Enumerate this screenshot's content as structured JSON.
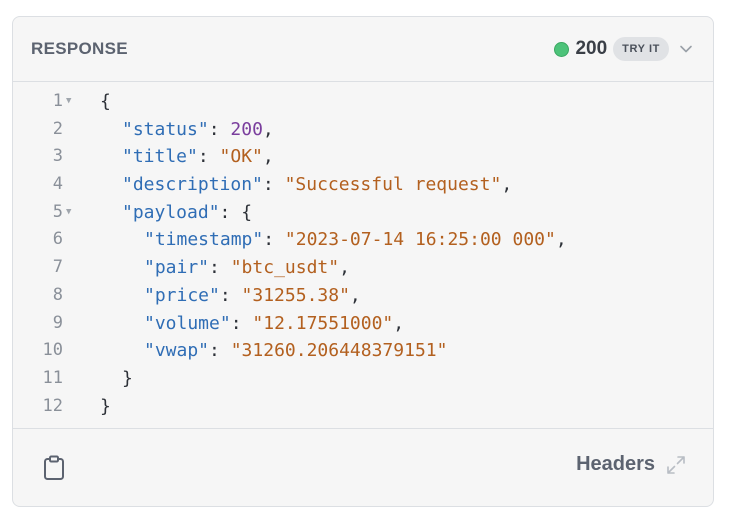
{
  "header": {
    "title": "RESPONSE",
    "status_code": "200",
    "try_label": "TRY IT",
    "status_color": "#4dc37a"
  },
  "code": {
    "lines": [
      {
        "n": "1",
        "fold": true,
        "indent": 0,
        "parts": [
          {
            "t": "p",
            "v": "{"
          }
        ]
      },
      {
        "n": "2",
        "fold": false,
        "indent": 1,
        "parts": [
          {
            "t": "k",
            "v": "\"status\""
          },
          {
            "t": "p",
            "v": ": "
          },
          {
            "t": "n",
            "v": "200"
          },
          {
            "t": "p",
            "v": ","
          }
        ]
      },
      {
        "n": "3",
        "fold": false,
        "indent": 1,
        "parts": [
          {
            "t": "k",
            "v": "\"title\""
          },
          {
            "t": "p",
            "v": ": "
          },
          {
            "t": "s",
            "v": "\"OK\""
          },
          {
            "t": "p",
            "v": ","
          }
        ]
      },
      {
        "n": "4",
        "fold": false,
        "indent": 1,
        "parts": [
          {
            "t": "k",
            "v": "\"description\""
          },
          {
            "t": "p",
            "v": ": "
          },
          {
            "t": "s",
            "v": "\"Successful request\""
          },
          {
            "t": "p",
            "v": ","
          }
        ]
      },
      {
        "n": "5",
        "fold": true,
        "indent": 1,
        "parts": [
          {
            "t": "k",
            "v": "\"payload\""
          },
          {
            "t": "p",
            "v": ": {"
          }
        ]
      },
      {
        "n": "6",
        "fold": false,
        "indent": 2,
        "parts": [
          {
            "t": "k",
            "v": "\"timestamp\""
          },
          {
            "t": "p",
            "v": ": "
          },
          {
            "t": "s",
            "v": "\"2023-07-14 16:25:00 000\""
          },
          {
            "t": "p",
            "v": ","
          }
        ]
      },
      {
        "n": "7",
        "fold": false,
        "indent": 2,
        "parts": [
          {
            "t": "k",
            "v": "\"pair\""
          },
          {
            "t": "p",
            "v": ": "
          },
          {
            "t": "s",
            "v": "\"btc_usdt\""
          },
          {
            "t": "p",
            "v": ","
          }
        ]
      },
      {
        "n": "8",
        "fold": false,
        "indent": 2,
        "parts": [
          {
            "t": "k",
            "v": "\"price\""
          },
          {
            "t": "p",
            "v": ": "
          },
          {
            "t": "s",
            "v": "\"31255.38\""
          },
          {
            "t": "p",
            "v": ","
          }
        ]
      },
      {
        "n": "9",
        "fold": false,
        "indent": 2,
        "parts": [
          {
            "t": "k",
            "v": "\"volume\""
          },
          {
            "t": "p",
            "v": ": "
          },
          {
            "t": "s",
            "v": "\"12.17551000\""
          },
          {
            "t": "p",
            "v": ","
          }
        ]
      },
      {
        "n": "10",
        "fold": false,
        "indent": 2,
        "parts": [
          {
            "t": "k",
            "v": "\"vwap\""
          },
          {
            "t": "p",
            "v": ": "
          },
          {
            "t": "s",
            "v": "\"31260.206448379151\""
          }
        ]
      },
      {
        "n": "11",
        "fold": false,
        "indent": 1,
        "parts": [
          {
            "t": "p",
            "v": "}"
          }
        ]
      },
      {
        "n": "12",
        "fold": false,
        "indent": 0,
        "parts": [
          {
            "t": "p",
            "v": "}"
          }
        ]
      }
    ]
  },
  "footer": {
    "headers_label": "Headers",
    "copy_icon": "clipboard-icon",
    "expand_icon": "expand-icon"
  }
}
